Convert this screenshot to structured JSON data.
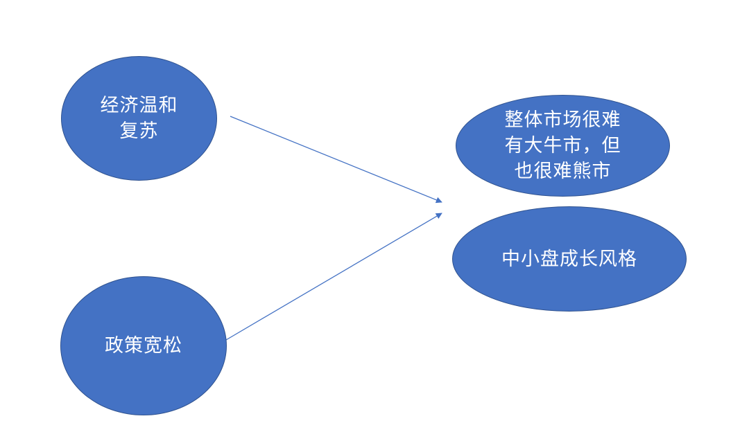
{
  "diagram": {
    "nodes": {
      "econ": {
        "text": "经济温和\n复苏"
      },
      "policy": {
        "text": "政策宽松"
      },
      "market": {
        "text": "整体市场很难\n有大牛市，但\n也很难熊市"
      },
      "style": {
        "text": "中小盘成长风格"
      }
    },
    "edges": [
      {
        "from": "经济温和复苏",
        "to": "整体市场很难有大牛市，但也很难熊市"
      },
      {
        "from": "政策宽松",
        "to": "中小盘成长风格"
      }
    ],
    "colors": {
      "node_fill": "#4472c4",
      "node_border": "#2f528f",
      "arrow": "#4472c4",
      "text": "#ffffff",
      "background": "#ffffff"
    }
  }
}
